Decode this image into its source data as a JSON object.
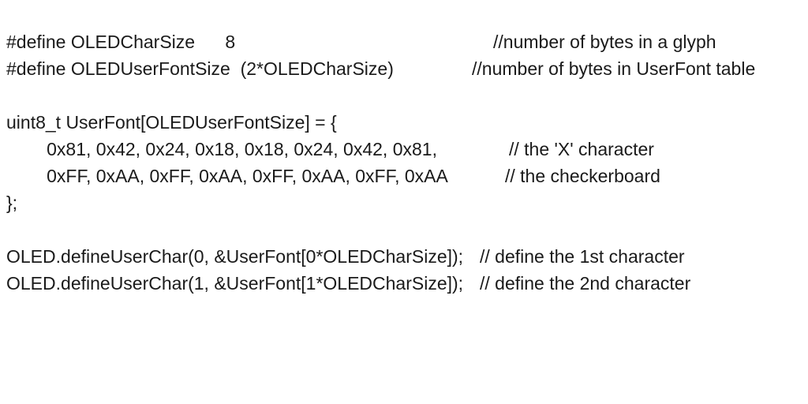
{
  "page": {
    "background_color": "#ffffff",
    "text_color": "#1a1a1a"
  },
  "code": {
    "lines": [
      {
        "code": "#define OLEDCharSize      8",
        "comment": "//number of bytes in a glyph"
      },
      {
        "code": "#define OLEDUserFontSize  (2*OLEDCharSize)",
        "comment": "//number of bytes in UserFont table"
      },
      {
        "code": ""
      },
      {
        "code": "uint8_t UserFont[OLEDUserFontSize] = {"
      },
      {
        "code": "        0x81, 0x42, 0x24, 0x18, 0x18, 0x24, 0x42, 0x81,",
        "comment": "// the 'X' character"
      },
      {
        "code": "        0xFF, 0xAA, 0xFF, 0xAA, 0xFF, 0xAA, 0xFF, 0xAA",
        "comment": "// the checkerboard"
      },
      {
        "code": "};"
      },
      {
        "code": ""
      },
      {
        "code": "OLED.defineUserChar(0, &UserFont[0*OLEDCharSize]);",
        "comment": "// define the 1st character"
      },
      {
        "code": "OLED.defineUserChar(1, &UserFont[1*OLEDCharSize]);",
        "comment": "// define the 2nd character"
      }
    ]
  }
}
